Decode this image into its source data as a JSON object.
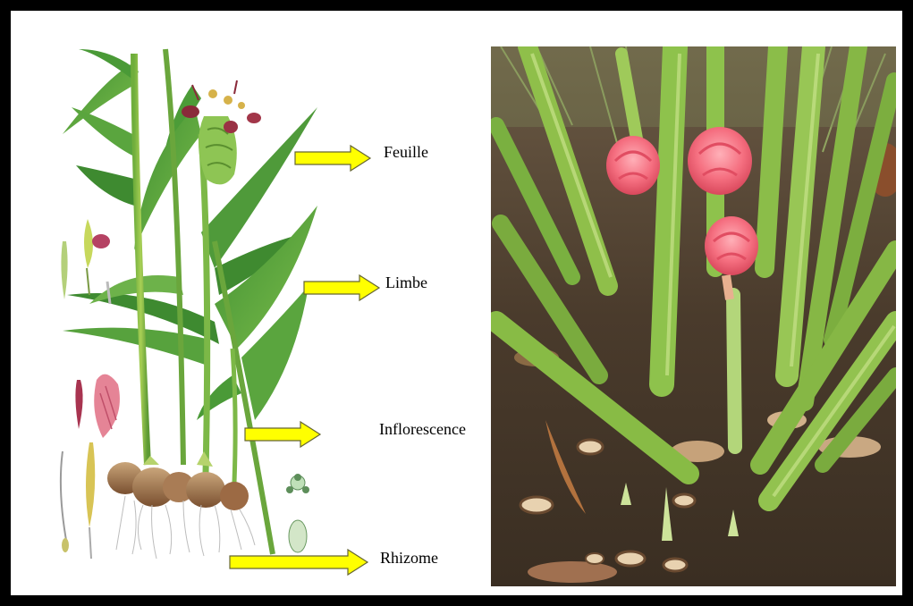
{
  "colors": {
    "border": "#000000",
    "arrow_fill": "#ffff00",
    "arrow_stroke": "#666633",
    "leaf_green": "#4f9a3a",
    "flower_pink": "#f06e7e"
  },
  "labels": {
    "feuille": "Feuille",
    "limbe": "Limbe",
    "inflorescence": "Inflorescence",
    "rhizome": "Rhizome"
  },
  "panels": {
    "left": "botanical illustration",
    "right": "photograph"
  }
}
